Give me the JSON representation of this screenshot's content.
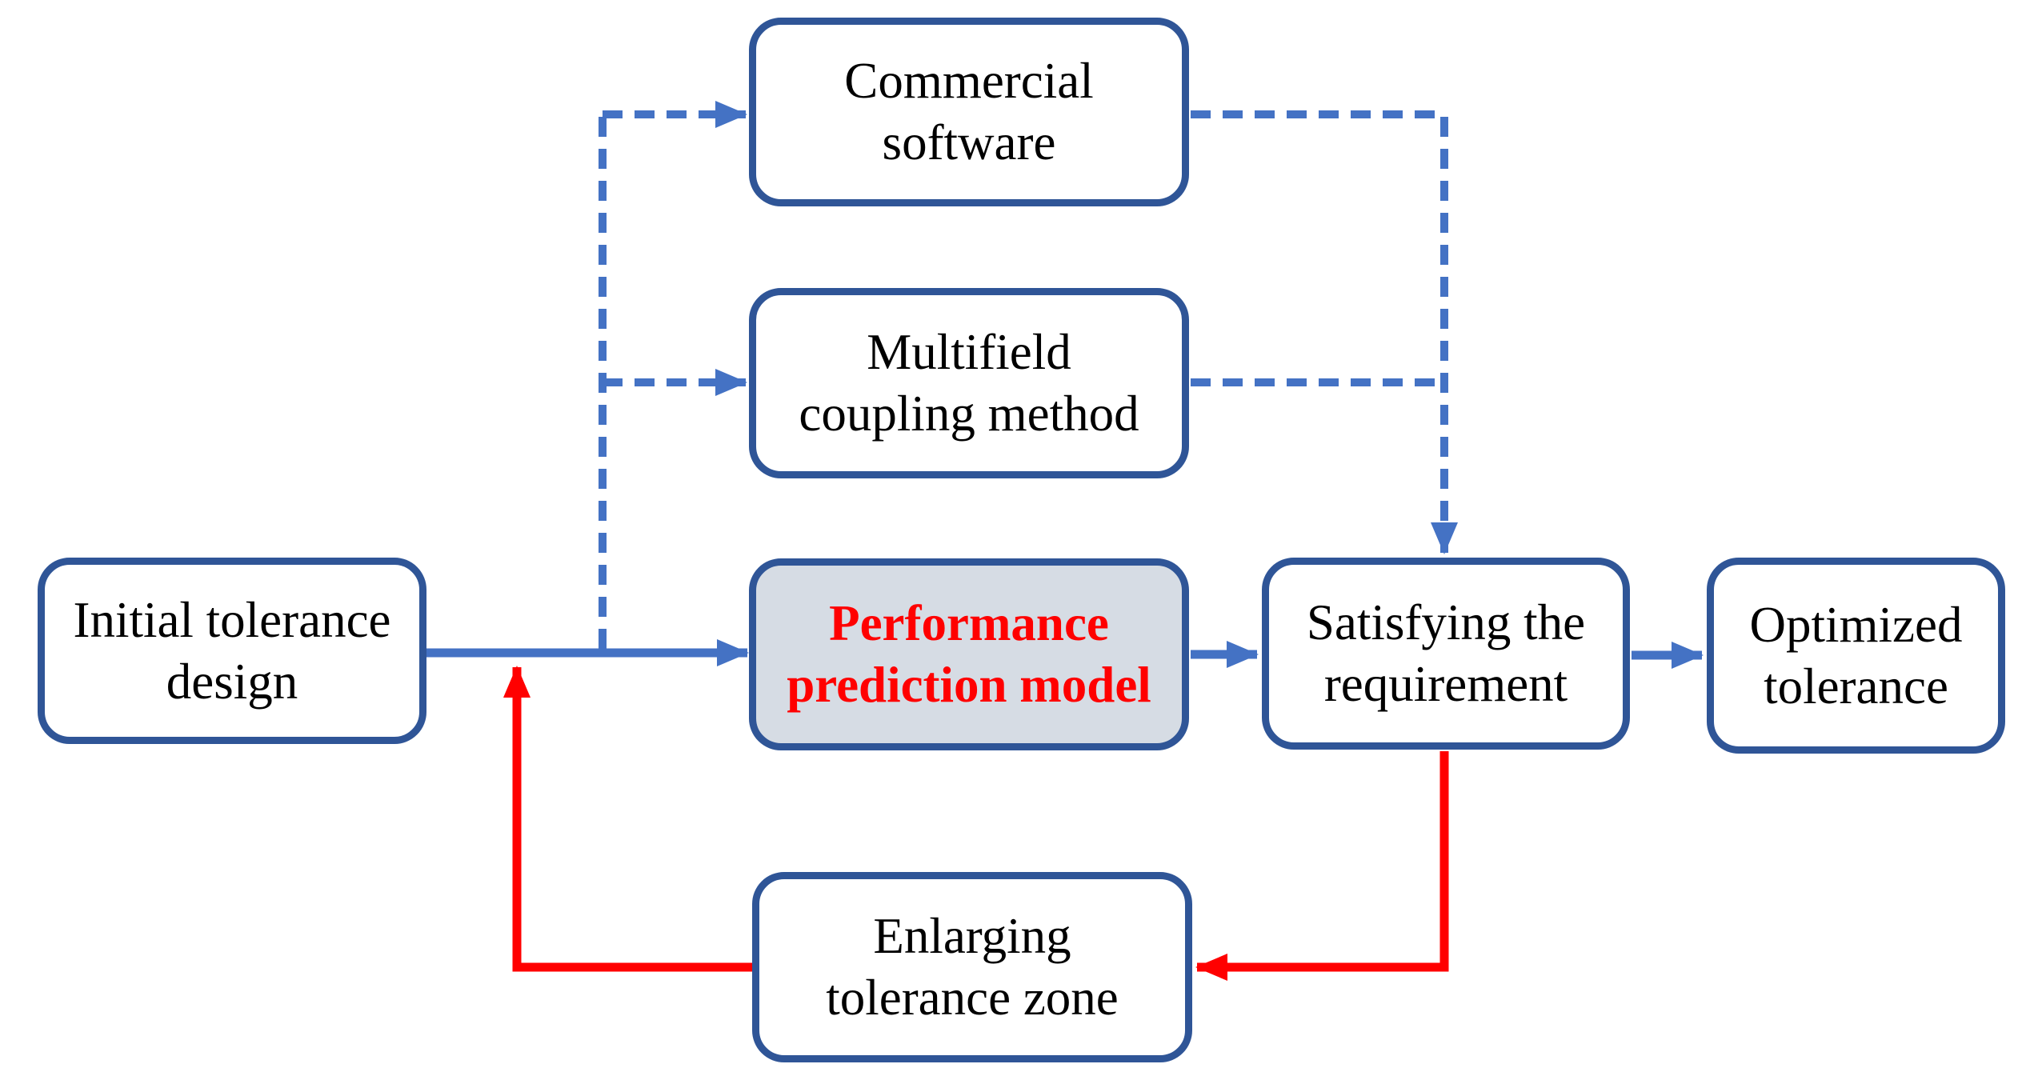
{
  "colors": {
    "background": "#FFFFFF",
    "node-border": "#2F5597",
    "node-fill": "#FFFFFF",
    "text": "#000000",
    "connector-blue": "#4472C4",
    "loop-red": "#FF0000",
    "highlight-fill": "#D6DCE4",
    "highlight-text": "#FF0000"
  },
  "nodes": {
    "commercial": {
      "label": "Commercial\nsoftware",
      "highlighted": false
    },
    "multifield": {
      "label": "Multifield\ncoupling method",
      "highlighted": false
    },
    "initial": {
      "label": "Initial tolerance\ndesign",
      "highlighted": false
    },
    "performance": {
      "label": "Performance\nprediction model",
      "highlighted": true
    },
    "satisfying": {
      "label": "Satisfying the\nrequirement",
      "highlighted": false
    },
    "optimized": {
      "label": "Optimized\ntolerance",
      "highlighted": false
    },
    "enlarging": {
      "label": "Enlarging\ntolerance zone",
      "highlighted": false
    }
  },
  "edges": [
    {
      "from": "initial-tolerance-design",
      "to": "performance-prediction-model",
      "style": "solid",
      "color": "blue"
    },
    {
      "from": "performance-prediction-model",
      "to": "satisfying-the-requirement",
      "style": "solid",
      "color": "blue"
    },
    {
      "from": "satisfying-the-requirement",
      "to": "optimized-tolerance",
      "style": "solid",
      "color": "blue"
    },
    {
      "from": "initial-performance-connector",
      "to": "commercial-software",
      "style": "dashed",
      "color": "blue"
    },
    {
      "from": "initial-performance-connector",
      "to": "multifield-coupling-method",
      "style": "dashed",
      "color": "blue"
    },
    {
      "from": "commercial-software",
      "to": "satisfying-the-requirement",
      "style": "dashed",
      "color": "blue"
    },
    {
      "from": "multifield-coupling-method",
      "to": "satisfying-the-requirement",
      "style": "dashed",
      "color": "blue"
    },
    {
      "from": "satisfying-the-requirement",
      "to": "enlarging-tolerance-zone",
      "style": "solid",
      "color": "red"
    },
    {
      "from": "enlarging-tolerance-zone",
      "to": "initial-performance-connector",
      "style": "solid",
      "color": "red"
    }
  ]
}
